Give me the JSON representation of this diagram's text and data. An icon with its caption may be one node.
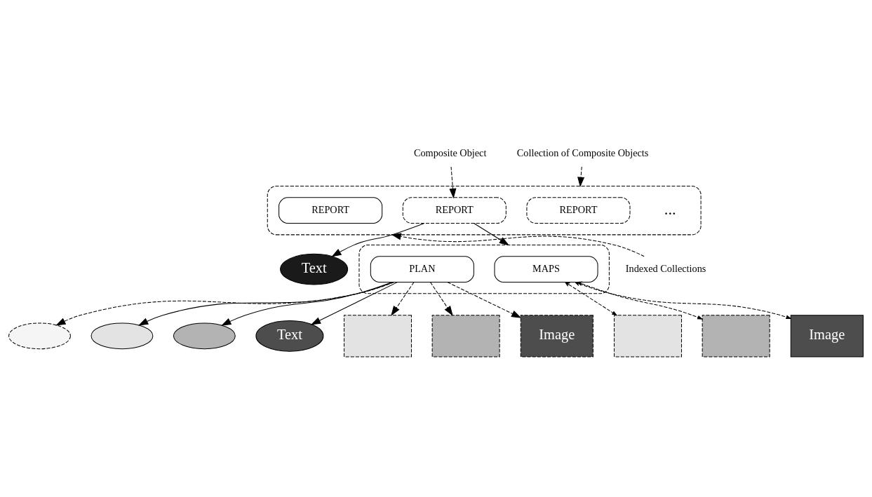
{
  "diagram": {
    "nodes": [
      {
        "text": [
          "Composite Object"
        ]
      },
      {
        "text": [
          "Collection of Composite Objects"
        ]
      },
      {
        "text": [],
        "shape": "box"
      },
      {
        "text": [
          "REPORT"
        ],
        "in": 2
      },
      {
        "text": [
          "REPORT"
        ],
        "in": 2
      },
      {
        "text": [
          "REPORT"
        ],
        "in": 2
      },
      {
        "text": [
          "..."
        ],
        "in": 2
      },
      {
        "text": [
          "Indexed Collections"
        ]
      },
      {
        "text": [
          "Text"
        ]
      },
      {
        "text": [],
        "shape": "box"
      },
      {
        "text": [
          "PLAN"
        ],
        "in": 9
      },
      {
        "text": [
          "MAPS"
        ],
        "in": 9
      },
      {
        "text": [],
        "shape": "ellipse"
      },
      {
        "text": [],
        "shape": "ellipse"
      },
      {
        "text": [],
        "shape": "ellipse"
      },
      {
        "text": [
          "Text"
        ]
      },
      {
        "text": [],
        "shape": "box"
      },
      {
        "text": [],
        "shape": "box"
      },
      {
        "text": [
          "Image"
        ]
      },
      {
        "text": [],
        "shape": "box"
      },
      {
        "text": [],
        "shape": "box"
      },
      {
        "text": [
          "Image"
        ]
      }
    ],
    "edges": [
      {
        "from": 0,
        "to": 4,
        "arrow": "to",
        "style": "dashed"
      },
      {
        "from": 1,
        "to": 2,
        "arrow": "to",
        "style": "dashed"
      },
      {
        "from": 7,
        "to": 2,
        "arrow": "to",
        "style": "dashed"
      },
      {
        "from": 4,
        "to": 8,
        "arrow": "to"
      },
      {
        "from": 4,
        "to": 9,
        "arrow": "to"
      },
      {
        "from": 10,
        "to": 12,
        "arrow": "to",
        "style": "dashed"
      },
      {
        "from": 10,
        "to": 13,
        "arrow": "to"
      },
      {
        "from": 10,
        "to": 14,
        "arrow": "to"
      },
      {
        "from": 10,
        "to": 15,
        "arrow": "to"
      },
      {
        "from": 10,
        "to": 16,
        "arrow": "to",
        "style": "dashed"
      },
      {
        "from": 10,
        "to": 17,
        "arrow": "to",
        "style": "dashed"
      },
      {
        "from": 10,
        "to": 18,
        "arrow": "to",
        "style": "dashed"
      },
      {
        "from": 11,
        "to": 19,
        "arrow": "both",
        "style": "dashed"
      },
      {
        "from": 11,
        "to": 20,
        "arrow": "both",
        "style": "dashed"
      },
      {
        "from": 11,
        "to": 21,
        "arrow": "both",
        "style": "dashed"
      }
    ]
  }
}
